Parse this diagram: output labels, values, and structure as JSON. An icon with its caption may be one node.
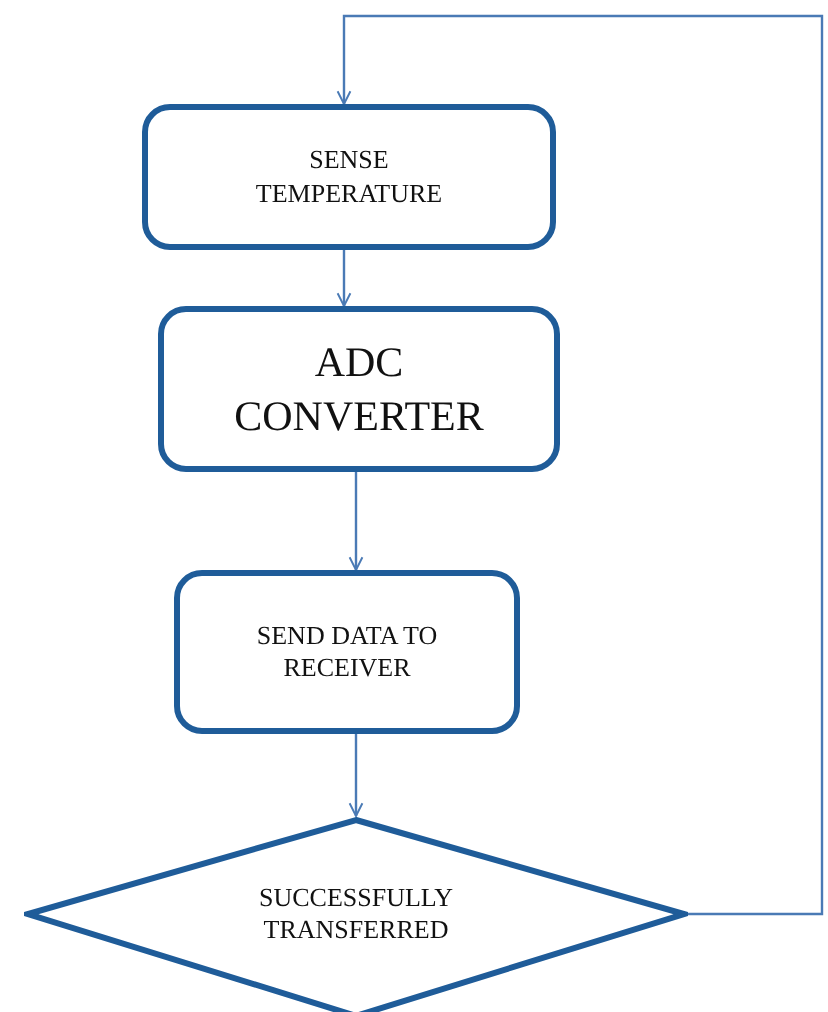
{
  "diagram": {
    "nodes": [
      {
        "text": [
          "SENSE TEMPERATURE"
        ]
      },
      {
        "text": [
          "ADC CONVERTER"
        ]
      },
      {
        "text": [
          "SEND DATA TO RECEIVER"
        ]
      },
      {
        "text": [
          "SUCCESSFULLY TRANSFERRED"
        ]
      }
    ],
    "edges": [
      {
        "from": 0,
        "to": 1,
        "arrow": "to"
      },
      {
        "from": 1,
        "to": 2,
        "arrow": "to"
      },
      {
        "from": 2,
        "to": 3,
        "arrow": "to"
      },
      {
        "from": 3,
        "to": 0,
        "arrow": "to"
      }
    ]
  }
}
